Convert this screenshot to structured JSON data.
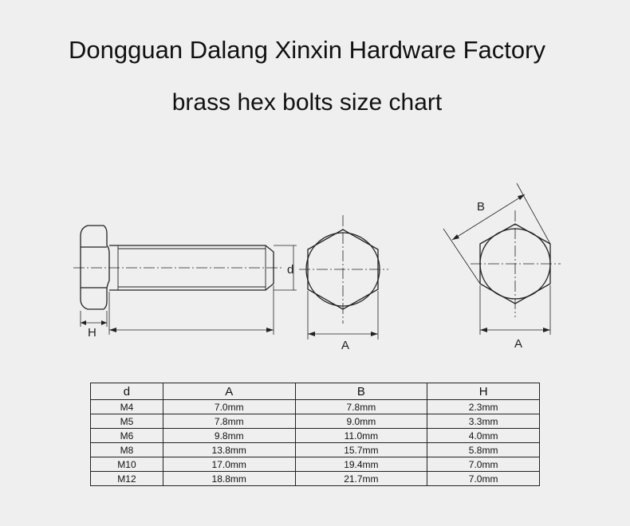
{
  "title_line1": "Dongguan Dalang Xinxin Hardware Factory",
  "title_line2": "brass hex bolts size chart",
  "diagram_labels": {
    "H": "H",
    "d": "d",
    "A_front": "A",
    "A_angled": "A",
    "B": "B"
  },
  "table": {
    "headers": [
      "d",
      "A",
      "B",
      "H"
    ],
    "rows": [
      [
        "M4",
        "7.0mm",
        "7.8mm",
        "2.3mm"
      ],
      [
        "M5",
        "7.8mm",
        "9.0mm",
        "3.3mm"
      ],
      [
        "M6",
        "9.8mm",
        "11.0mm",
        "4.0mm"
      ],
      [
        "M8",
        "13.8mm",
        "15.7mm",
        "5.8mm"
      ],
      [
        "M10",
        "17.0mm",
        "19.4mm",
        "7.0mm"
      ],
      [
        "M12",
        "18.8mm",
        "21.7mm",
        "7.0mm"
      ]
    ]
  },
  "colors": {
    "background": "#efefef",
    "line": "#222222"
  }
}
